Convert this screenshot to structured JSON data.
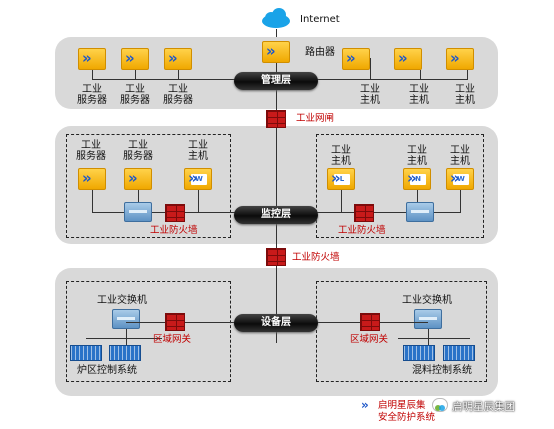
{
  "internet": {
    "label": "Internet"
  },
  "management": {
    "bus_label": "管理层",
    "router_label": "路由器",
    "servers": [
      "工业\n服务器",
      "工业\n服务器",
      "工业\n服务器"
    ],
    "hosts": [
      "工业\n主机",
      "工业\n主机",
      "工业\n主机"
    ]
  },
  "gateway_label": "工业网闸",
  "monitor": {
    "bus_label": "监控层",
    "left_devices": [
      "工业\n服务器",
      "工业\n服务器",
      "工业\n主机"
    ],
    "right_devices": [
      "工业\n主机",
      "工业\n主机",
      "工业\n主机"
    ],
    "left_firewall": "工业防火墙",
    "right_firewall": "工业防火墙"
  },
  "middle_firewall_label": "工业防火墙",
  "device": {
    "bus_label": "设备层",
    "left_switch": "工业交换机",
    "right_switch": "工业交换机",
    "left_gateway": "区域网关",
    "right_gateway": "区域网关",
    "left_system": "炉区控制系统",
    "right_system": "混料控制系统"
  },
  "footer": {
    "legend_line1": "启明星辰集",
    "legend_line2": "安全防护系统",
    "watermark": "启明星辰集团"
  },
  "colors": {
    "panel": "#d9d9d9",
    "accent_red": "#c00000",
    "cloud": "#1aa3e8"
  }
}
